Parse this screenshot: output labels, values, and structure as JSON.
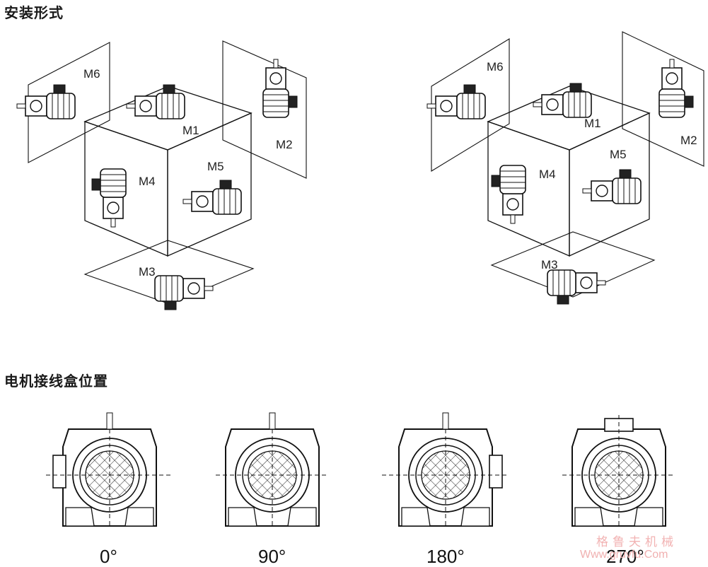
{
  "sections": {
    "mounting_title": "安装形式",
    "terminal_box_title": "电机接线盒位置"
  },
  "left_assembly": {
    "labels": [
      "M1",
      "M2",
      "M3",
      "M4",
      "M5",
      "M6"
    ]
  },
  "right_assembly": {
    "labels": [
      "M1",
      "M2",
      "M3",
      "M4",
      "M5",
      "M6"
    ]
  },
  "terminal_positions": [
    "0°",
    "90°",
    "180°",
    "270°"
  ],
  "watermark": {
    "line1": "格鲁夫机械",
    "line2": "Www.gruvfu.Com"
  }
}
